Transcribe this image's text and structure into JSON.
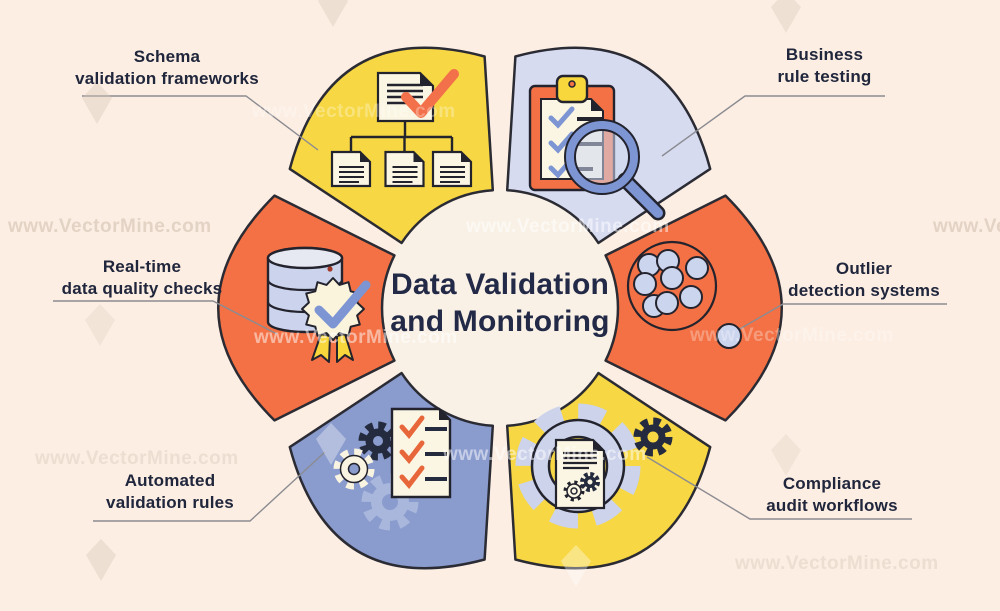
{
  "title": {
    "line1": "Data Validation",
    "line2": "and Monitoring"
  },
  "watermark": "www.VectorMine.com",
  "colors": {
    "background": "#fceee3",
    "center_hole": "#f9f1e6",
    "outline": "#2b2b34",
    "text": "#20263c",
    "title_text": "#232a47",
    "leader_line": "#8b8b92",
    "yellow": "#f7d743",
    "lavender": "#d6dbf0",
    "orange": "#f37144",
    "blue": "#8a9bce",
    "accent_check_orange": "#f3714a",
    "accent_check_blue": "#7d95d3",
    "paper_cream": "#fbf6e3",
    "gear_dark": "#242b3e"
  },
  "sections": [
    {
      "id": "schema-validation",
      "label_line1": "Schema",
      "label_line2": "validation frameworks",
      "color": "#f7d743",
      "icon": "document-tree-icon"
    },
    {
      "id": "business-rule-testing",
      "label_line1": "Business",
      "label_line2": "rule testing",
      "color": "#d6dbf0",
      "icon": "clipboard-magnifier-icon"
    },
    {
      "id": "outlier-detection",
      "label_line1": "Outlier",
      "label_line2": "detection systems",
      "color": "#f37144",
      "icon": "scatter-outlier-icon"
    },
    {
      "id": "compliance-audit",
      "label_line1": "Compliance",
      "label_line2": "audit workflows",
      "color": "#f7d743",
      "icon": "gear-document-icon"
    },
    {
      "id": "automated-validation",
      "label_line1": "Automated",
      "label_line2": "validation rules",
      "color": "#8a9bce",
      "icon": "gears-checklist-icon"
    },
    {
      "id": "realtime-quality",
      "label_line1": "Real-time",
      "label_line2": "data quality checks",
      "color": "#f37144",
      "icon": "database-badge-icon"
    }
  ]
}
